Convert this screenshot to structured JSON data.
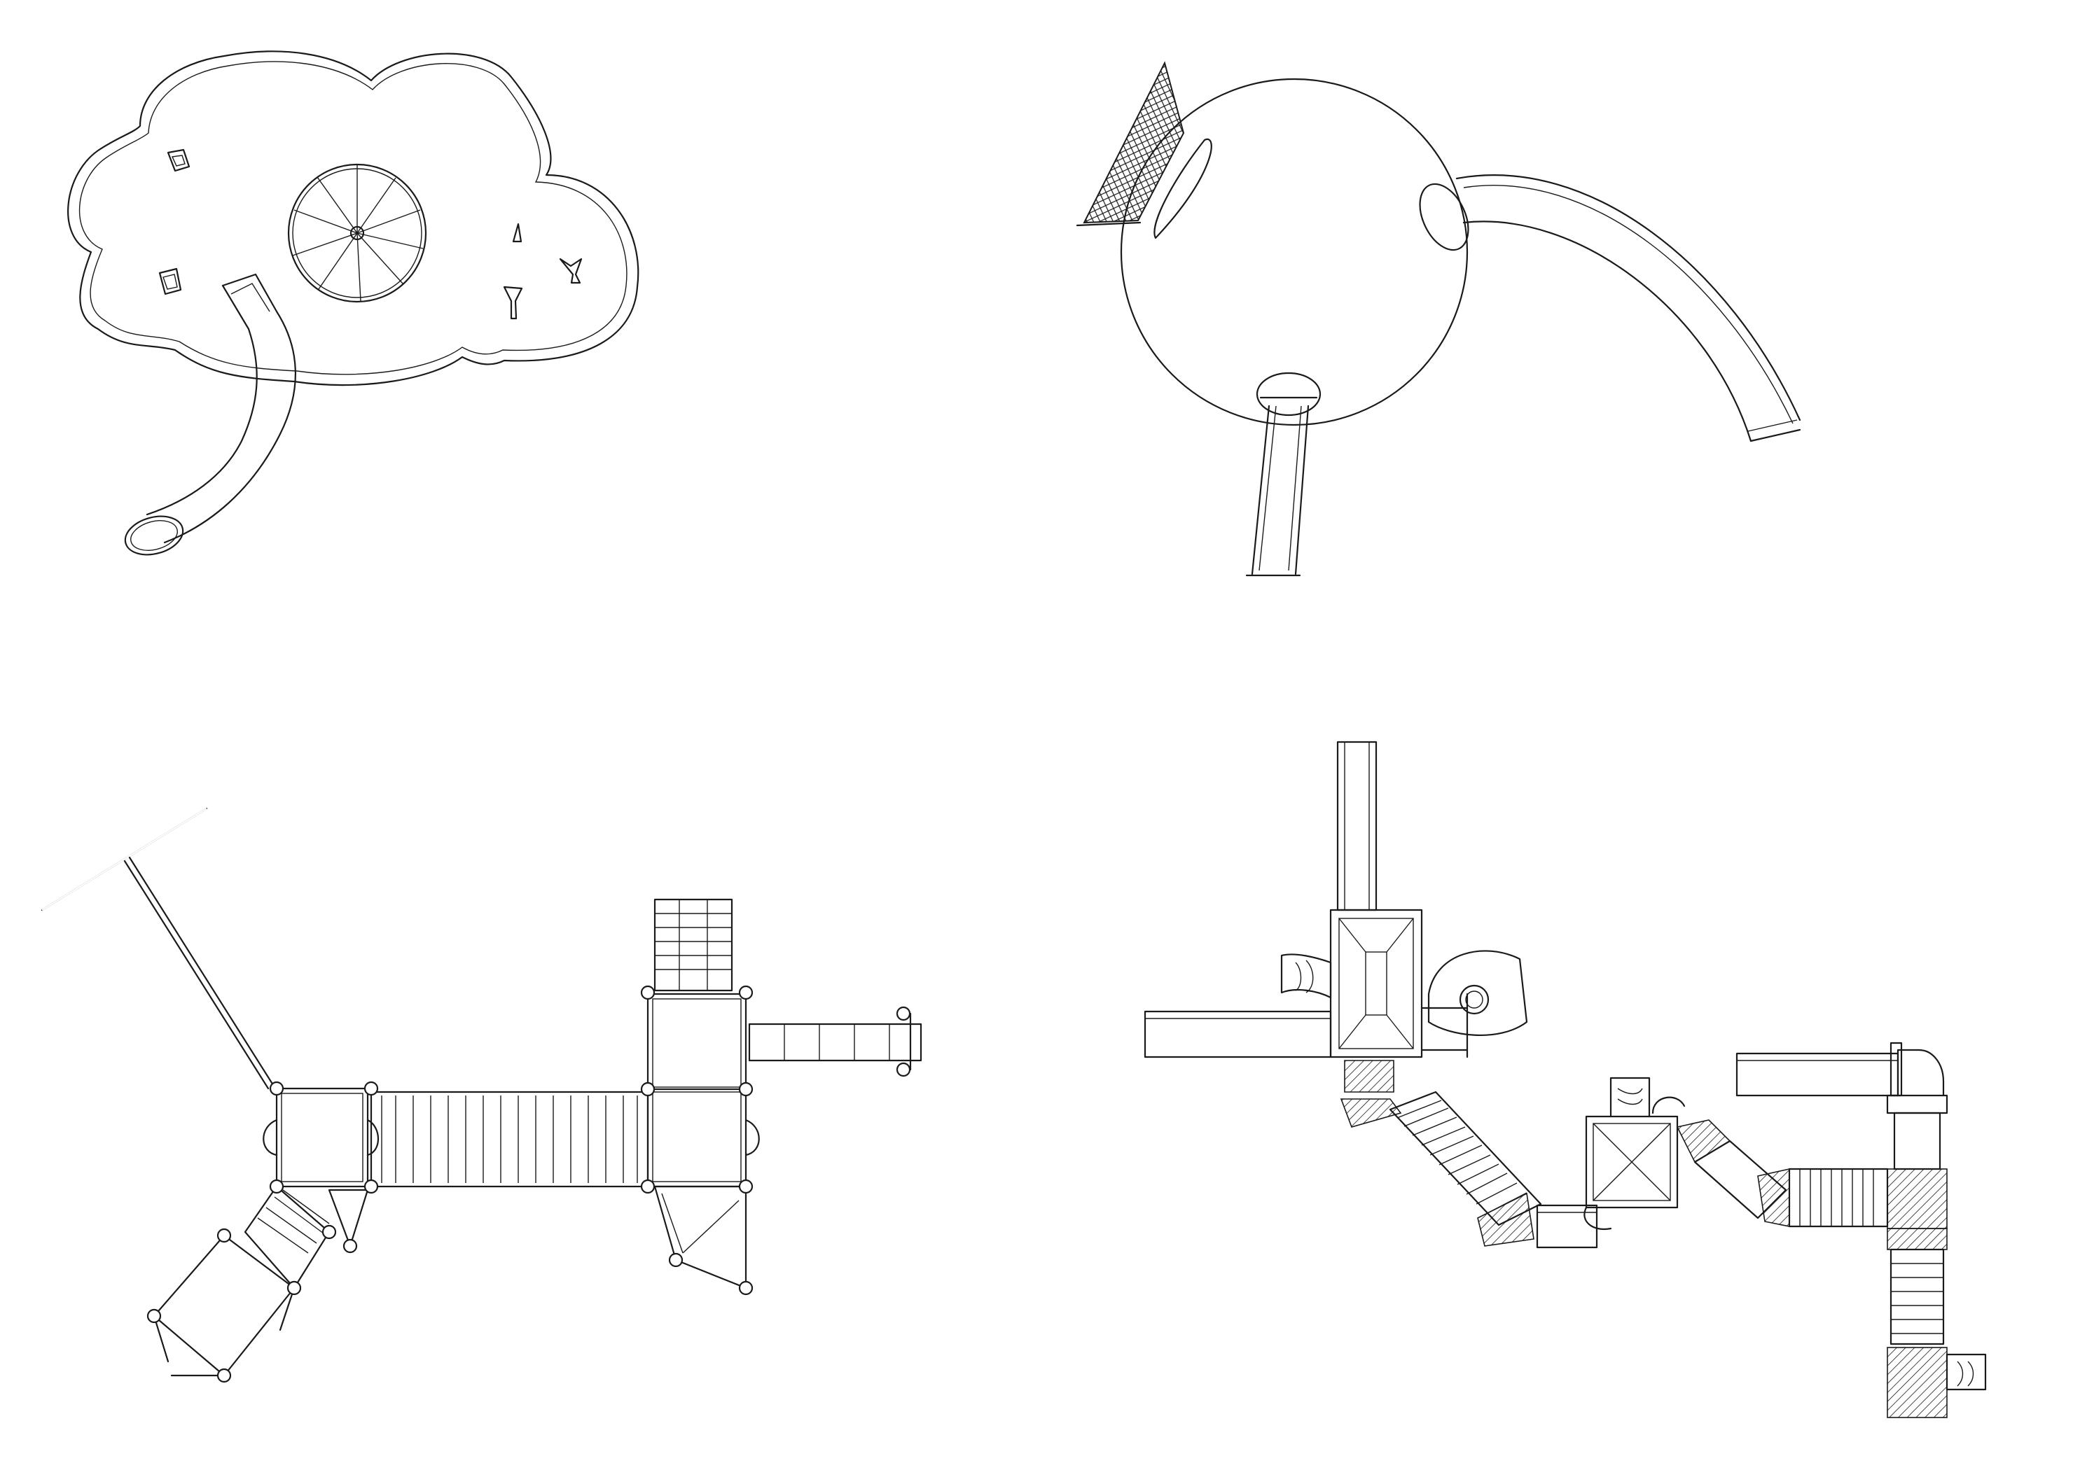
{
  "title": "",
  "background_color": "#ffffff",
  "stroke_color": "#1a1a1a",
  "drawings": [
    {
      "id": "cloud-deck-play-structure",
      "icon": "cloud-shaped-deck"
    },
    {
      "id": "sphere-play-structure",
      "icon": "sphere-with-slides"
    },
    {
      "id": "modular-tower-play-structure",
      "icon": "tower-and-bridge"
    },
    {
      "id": "tube-crawl-play-structure",
      "icon": "tube-crawl-system"
    }
  ]
}
